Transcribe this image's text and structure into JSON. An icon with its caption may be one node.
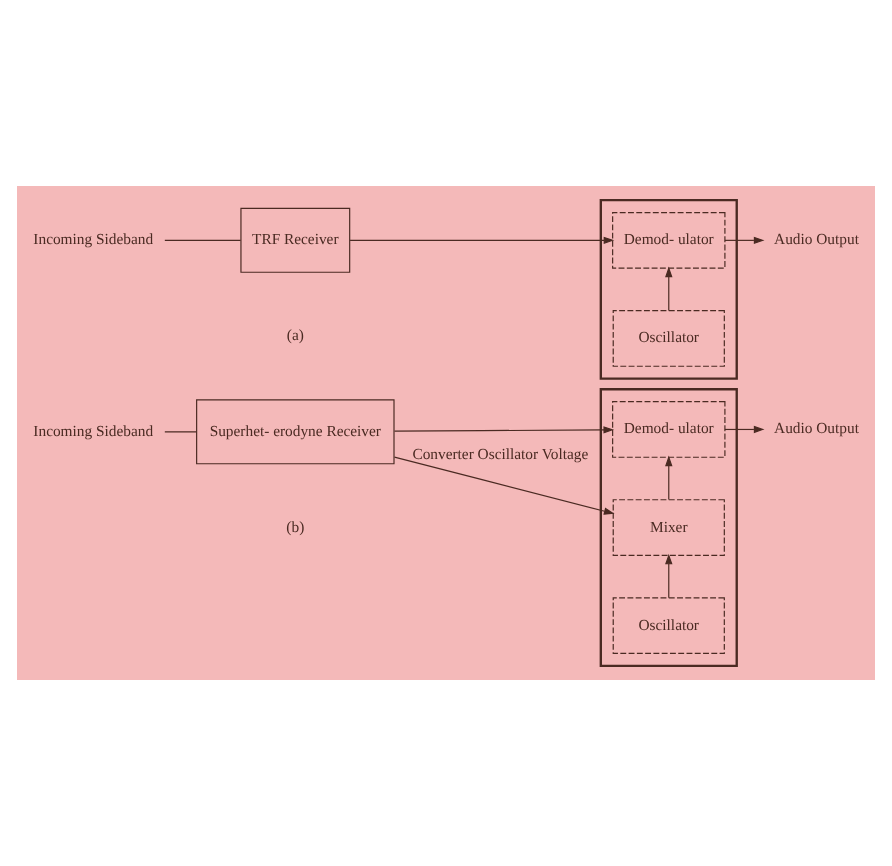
{
  "diagram": {
    "nodes": [
      {
        "text": [
          "Incoming Sideband"
        ]
      },
      {
        "text": [
          "TRF Receiver"
        ]
      },
      {
        "text": [],
        "shape": "box"
      },
      {
        "text": [
          "Demod- ulator"
        ],
        "in": 2
      },
      {
        "text": [
          "Oscillator"
        ],
        "in": 2
      },
      {
        "text": [
          "Audio Output"
        ]
      },
      {
        "text": [
          "Incoming Sideband"
        ]
      },
      {
        "text": [
          "Superhet- erodyne Receiver"
        ]
      },
      {
        "text": [],
        "shape": "box"
      },
      {
        "text": [
          "Demod- ulator"
        ],
        "in": 8
      },
      {
        "text": [
          "Mixer"
        ],
        "in": 8
      },
      {
        "text": [
          "Oscillator"
        ],
        "in": 8
      },
      {
        "text": [
          "Audio Output"
        ]
      }
    ],
    "edges": [
      {
        "from": 0,
        "to": 1,
        "arrow": "none"
      },
      {
        "from": 1,
        "to": 3,
        "arrow": "to"
      },
      {
        "from": 4,
        "to": 3,
        "arrow": "to"
      },
      {
        "from": 3,
        "to": 5,
        "arrow": "to"
      },
      {
        "from": 6,
        "to": 7,
        "arrow": "none"
      },
      {
        "from": 7,
        "to": 9,
        "arrow": "to"
      },
      {
        "from": 7,
        "to": 10,
        "arrow": "to",
        "label": "Converter Oscillator Voltage"
      },
      {
        "from": 10,
        "to": 9,
        "arrow": "to"
      },
      {
        "from": 11,
        "to": 10,
        "arrow": "to"
      },
      {
        "from": 9,
        "to": 12,
        "arrow": "to"
      }
    ],
    "labels": [
      "(a)",
      "(b)"
    ]
  }
}
